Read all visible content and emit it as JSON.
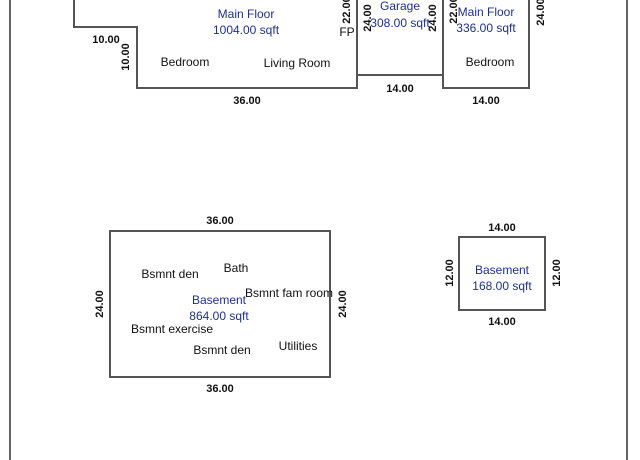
{
  "main_floor": {
    "name": "Main Floor",
    "area": "1004.00 sqft",
    "rooms": {
      "bedroom": "Bedroom",
      "living": "Living Room",
      "fireplace": "FP"
    },
    "dims": {
      "left_offset": "10.00",
      "left_side": "10.00",
      "bottom": "36.00",
      "right_side": "22.00"
    }
  },
  "garage": {
    "name": "Garage",
    "area": "308.00 sqft",
    "dims": {
      "left": "24.00",
      "right": "24.00",
      "bottom": "14.00"
    }
  },
  "main_floor_2": {
    "name": "Main Floor",
    "area": "336.00 sqft",
    "rooms": {
      "bedroom": "Bedroom"
    },
    "dims": {
      "left": "22.00",
      "right": "24.00",
      "bottom": "14.00"
    }
  },
  "basement": {
    "name": "Basement",
    "area": "864.00 sqft",
    "rooms": {
      "den_top": "Bsmnt den",
      "bath": "Bath",
      "fam_room": "Bsmnt fam room",
      "exercise": "Bsmnt exercise",
      "den_bottom": "Bsmnt den",
      "utilities": "Utilities"
    },
    "dims": {
      "top": "36.00",
      "left": "24.00",
      "right": "24.00",
      "bottom": "36.00"
    }
  },
  "basement_2": {
    "name": "Basement",
    "area": "168.00 sqft",
    "dims": {
      "top": "14.00",
      "left": "12.00",
      "right": "12.00",
      "bottom": "14.00"
    }
  }
}
